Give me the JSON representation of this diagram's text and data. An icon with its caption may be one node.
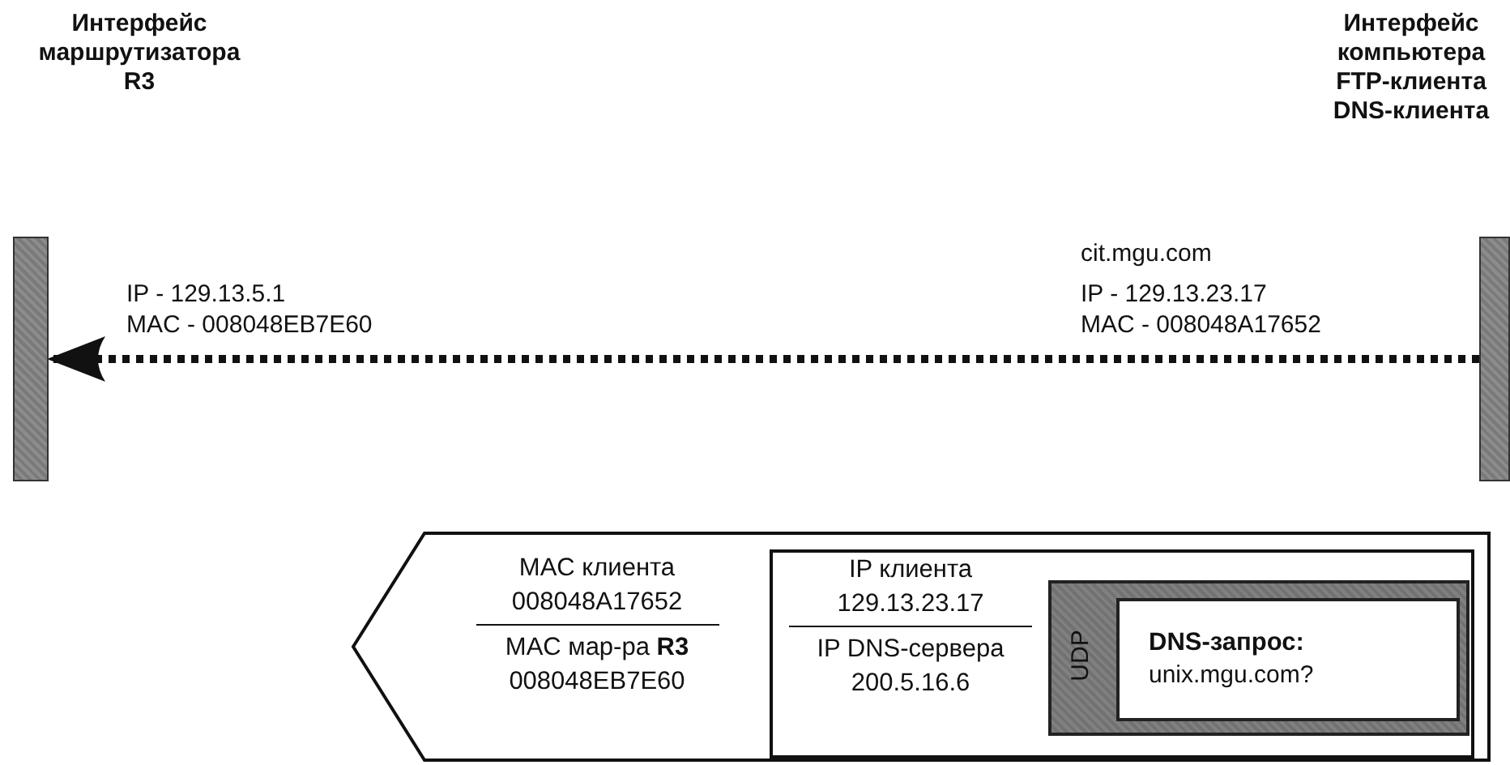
{
  "diagram": {
    "nodes": [
      {
        "text": [],
        "shape": "bar",
        "beside": [
          "IP - 129.13.5.1",
          "MAC - 008048EB7E60"
        ]
      },
      {
        "text": [],
        "shape": "bar",
        "beside": [
          "cit.mgu.com",
          "IP - 129.13.23.17",
          "MAC - 008048A17652"
        ]
      },
      {
        "text": [
          "MAC клиента 008048A17652",
          "MAC мар-ра **R3** 008048EB7E60"
        ]
      },
      {
        "text": [
          "IP клиента 129.13.23.17",
          "IP DNS-сервера 200.5.16.6"
        ],
        "in": 2
      },
      {
        "text": [
          "UDP"
        ],
        "in": 3
      },
      {
        "text": [
          "DNS-запрос:",
          "unix.mgu.com?"
        ],
        "in": 4
      }
    ],
    "edges": [
      {
        "from": 1,
        "to": 0,
        "arrow": "to",
        "style": "dashed"
      }
    ],
    "labels": [
      "Интерфейс маршрутизатора R3",
      "Интерфейс компьютера FTP-клиента DNS-клиента"
    ]
  }
}
